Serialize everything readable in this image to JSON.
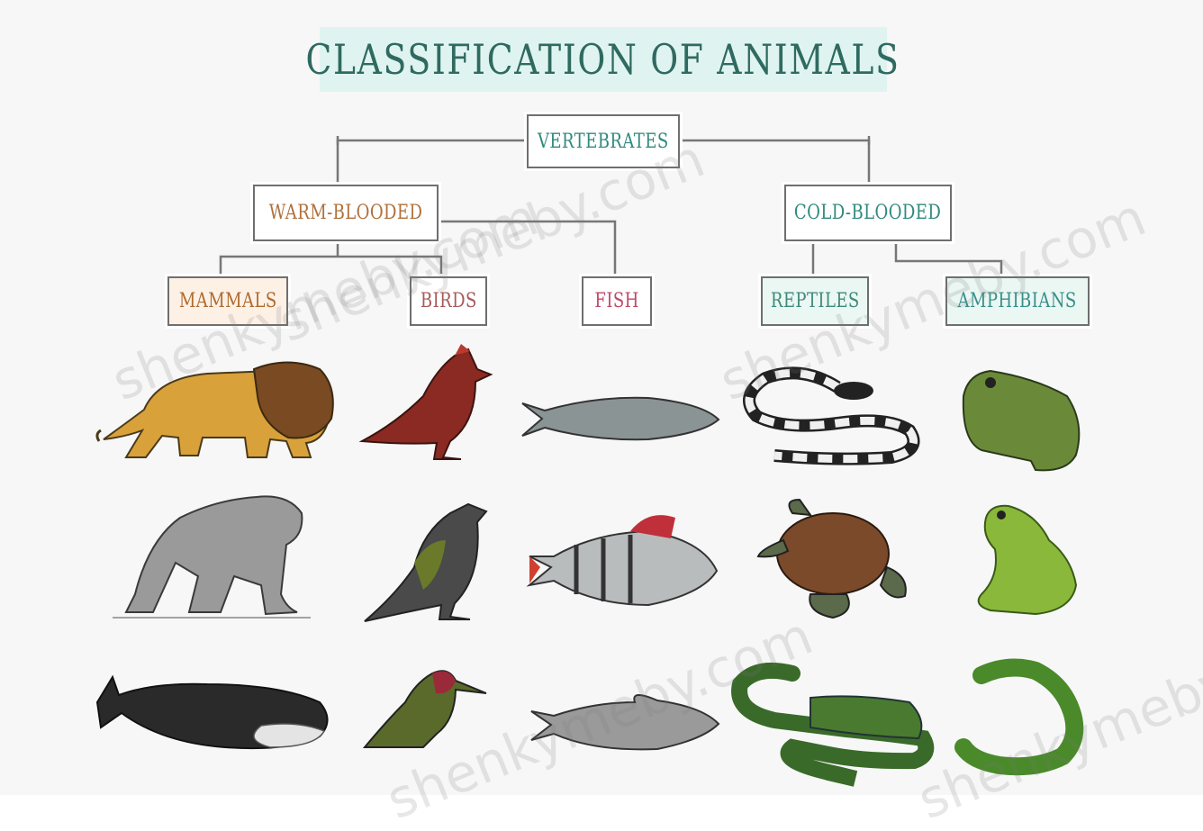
{
  "title": "CLASSIFICATION OF ANIMALS",
  "root": {
    "label": "VERTEBRATES"
  },
  "groups": {
    "warm": {
      "label": "WARM-BLOODED",
      "color": "#c47a3c"
    },
    "cold": {
      "label": "COLD-BLOODED",
      "color": "#2f8a7e"
    }
  },
  "classes": {
    "mammals": {
      "label": "MAMMALS",
      "color": "#b06a2e"
    },
    "birds": {
      "label": "BIRDS",
      "color": "#a85a5a"
    },
    "fish": {
      "label": "FISH",
      "color": "#c04a6a"
    },
    "reptiles": {
      "label": "REPTILES",
      "color": "#3e8a7a"
    },
    "amphibians": {
      "label": "AMPHIBIANS",
      "color": "#3a8f8a"
    }
  },
  "colors": {
    "title": "#2f6a60",
    "title_bg": "#dff4f1",
    "connector": "#777777",
    "box_border": "#6f6f6f"
  },
  "watermark": "shenkymeby.com",
  "animals": {
    "mammals": [
      "lion",
      "chimpanzee",
      "whale"
    ],
    "birds": [
      "cardinal",
      "songbird",
      "hummingbird"
    ],
    "fish": [
      "mackerel",
      "perch",
      "cod"
    ],
    "reptiles": [
      "snake",
      "turtle",
      "crocodile"
    ],
    "amphibians": [
      "toad",
      "frog",
      "newt"
    ]
  }
}
